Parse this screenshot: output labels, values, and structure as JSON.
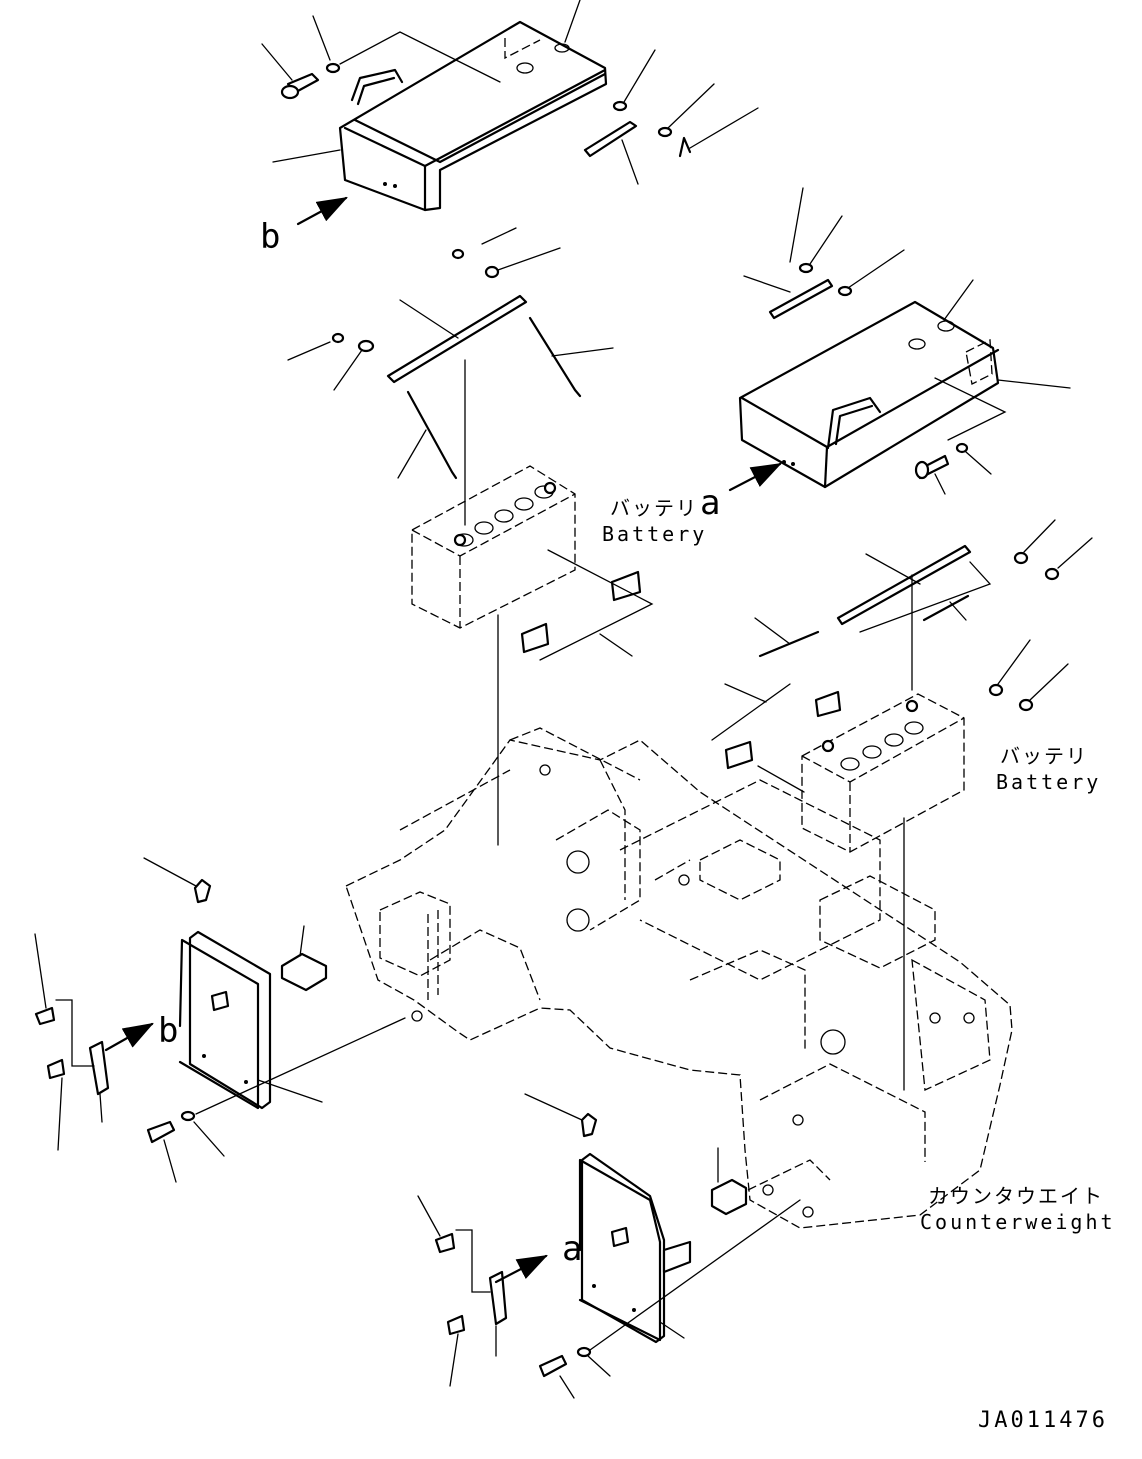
{
  "labels": {
    "battery_right": {
      "ja": "バッテリ",
      "en": "Battery"
    },
    "battery_left": {
      "ja": "バッテリ",
      "en": "Battery"
    },
    "counterweight": {
      "ja": "カウンタウエイト",
      "en": "Counterweight"
    }
  },
  "refs": {
    "b_top": "b",
    "a_top": "a",
    "b_lower": "b",
    "a_lower": "a"
  },
  "drawing_number": "JA011476"
}
